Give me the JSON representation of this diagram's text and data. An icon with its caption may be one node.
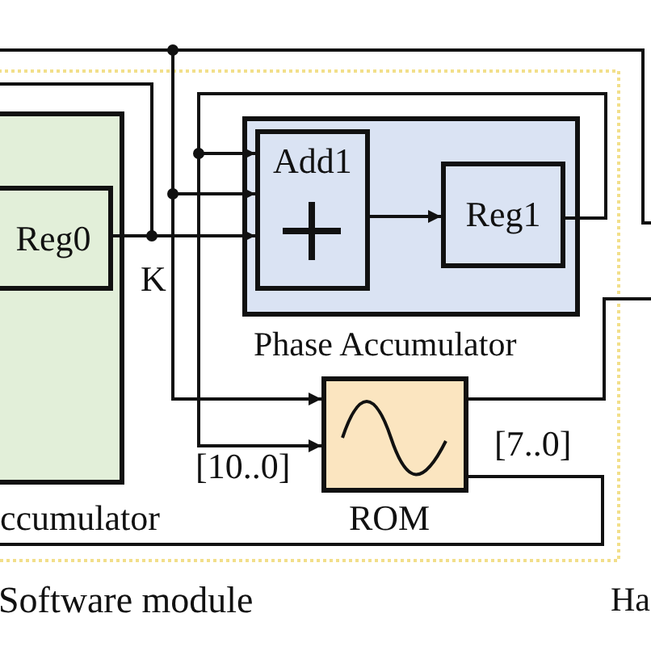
{
  "diagram": {
    "nodes": [
      {
        "text": [
          "ccumulator"
        ]
      },
      {
        "text": [
          "Reg0"
        ],
        "in": 0
      },
      {
        "text": [
          "Phase Accumulator"
        ]
      },
      {
        "text": [
          "Add1"
        ],
        "in": 2
      },
      {
        "text": [
          "Reg1"
        ],
        "in": 2
      },
      {
        "text": [
          "ROM"
        ]
      }
    ],
    "edges": [
      {
        "from": 1,
        "to": 3,
        "arrow": "to",
        "label": "K"
      },
      {
        "from": 1,
        "to": null,
        "arrow": "none"
      },
      {
        "from": null,
        "to": 3,
        "arrow": "to"
      },
      {
        "from": null,
        "to": 5,
        "arrow": "to"
      },
      {
        "from": 4,
        "to": 3,
        "arrow": "to"
      },
      {
        "from": 4,
        "to": 5,
        "arrow": "to",
        "label": "[10..0]"
      },
      {
        "from": 3,
        "to": 4,
        "arrow": "to"
      },
      {
        "from": 5,
        "to": null,
        "arrow": "none"
      },
      {
        "from": 5,
        "to": 0,
        "arrow": "none",
        "label": "[7..0]"
      }
    ],
    "labels": [
      "Software module",
      "Ha"
    ]
  }
}
